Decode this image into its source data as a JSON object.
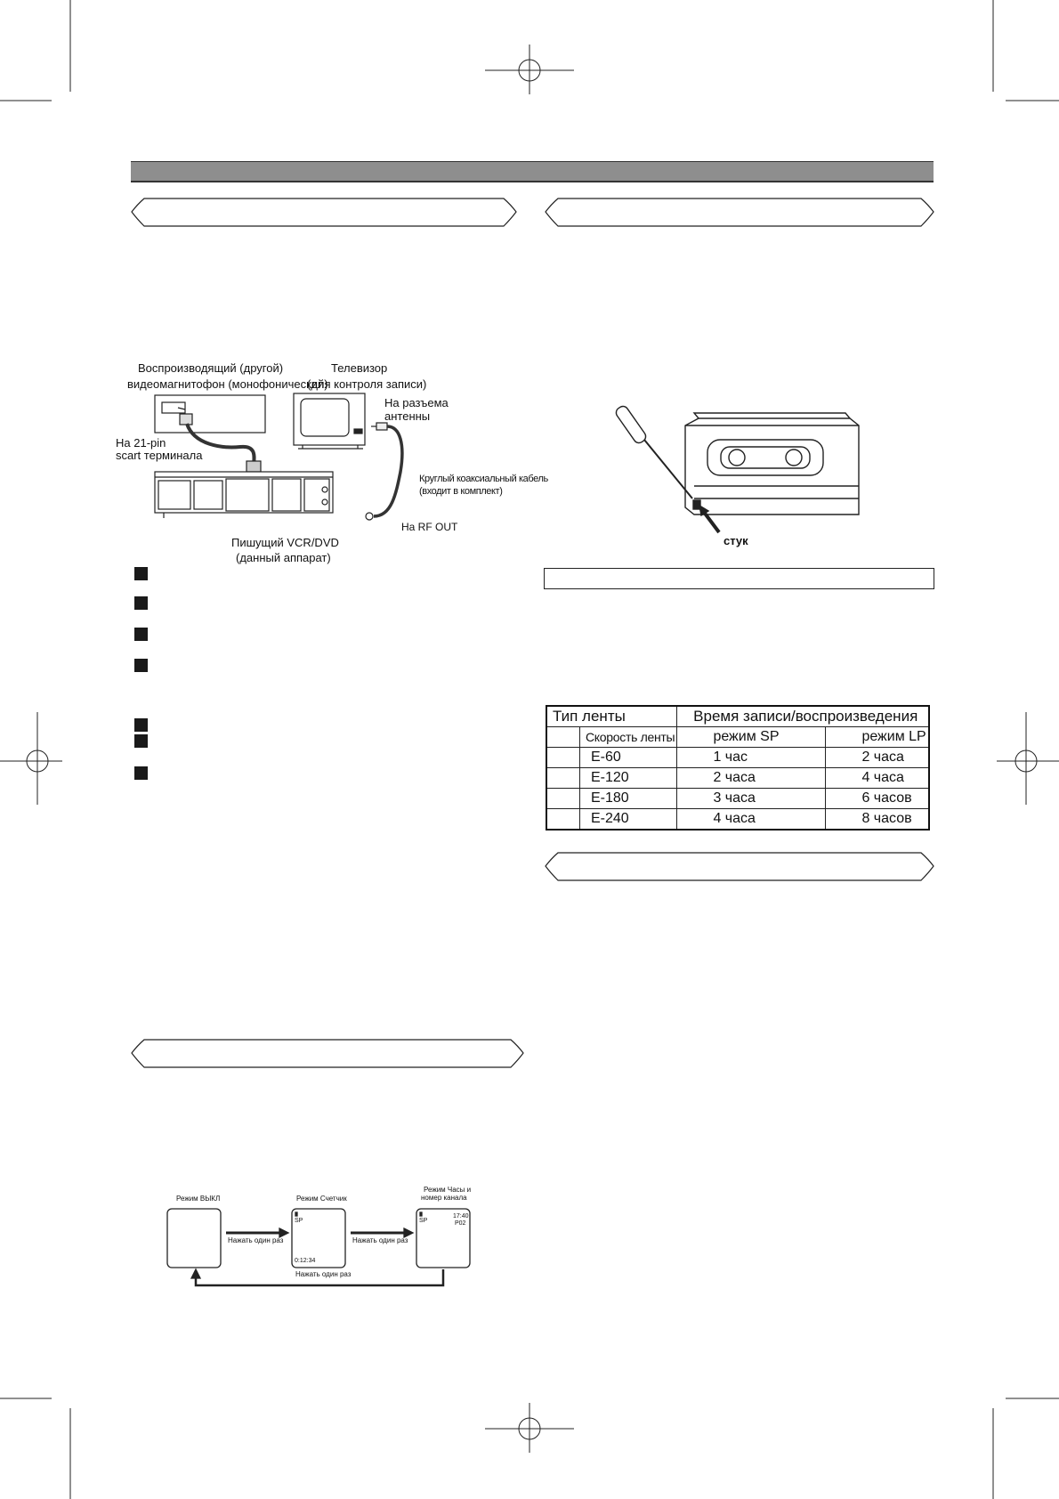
{
  "connection_diagram": {
    "source_vcr_label_1": "Воспроизводящий (другой)",
    "source_vcr_label_2": "видеомагнитофон (монофонический)",
    "tv_label_1": "Телевизор",
    "tv_label_2": "(для контроля записи)",
    "antenna_label_1": "На разъема",
    "antenna_label_2": "антенны",
    "scart_label_1": "На 21-pin",
    "scart_label_2": "scart терминала",
    "cable_label_1": "Круглый коаксиальный кабель",
    "cable_label_2": "(входит в комплект)",
    "rf_out_label": "На RF OUT",
    "recorder_label_1": "Пишущий VCR/DVD",
    "recorder_label_2": "(данный аппарат)"
  },
  "cassette_figure": {
    "click_label": "стук"
  },
  "tape_table": {
    "header_type": "Тип ленты",
    "header_time": "Время записи/воспроизведения",
    "header_speed": "Скорость ленты",
    "header_sp": "режим SP",
    "header_lp": "режим LP",
    "rows": [
      {
        "tape": "E-60",
        "sp": "1  час",
        "lp": "2  часа"
      },
      {
        "tape": "E-120",
        "sp": "2  часа",
        "lp": "4  часа"
      },
      {
        "tape": "E-180",
        "sp": "3  часа",
        "lp": "6  часов"
      },
      {
        "tape": "E-240",
        "sp": "4  часа",
        "lp": "8  часов"
      }
    ]
  },
  "display_modes": {
    "mode_off": "Режим ВЫКЛ",
    "mode_counter": "Режим Счетчик",
    "mode_clock_1": "Режим Часы и",
    "mode_clock_2": "номер канала",
    "press_once": "Нажать один раз",
    "counter_speed": "SP",
    "counter_value": "0:12:34",
    "clock_speed": "SP",
    "clock_time": "17:40",
    "clock_channel": "P02"
  }
}
